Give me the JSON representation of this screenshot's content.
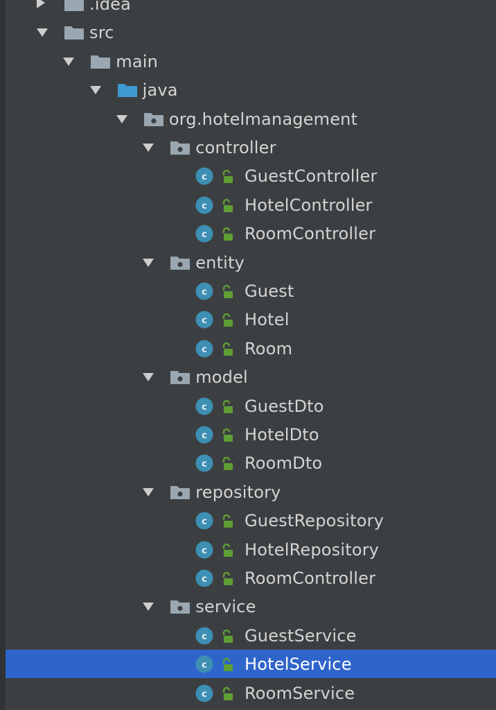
{
  "colors": {
    "background": "#3c3f41",
    "gutter": "#313335",
    "selection": "#2f65ca",
    "text": "#d4d4d4",
    "folder": "#9aa7b0",
    "source_folder": "#3d9ad1",
    "class_icon": "#3d8fb4",
    "lock": "#5f9e35"
  },
  "rows": [
    {
      "label": ".idea",
      "depth": 0,
      "icon": "folder-icon",
      "arrow": "collapsed",
      "selected": false
    },
    {
      "label": "src",
      "depth": 0,
      "icon": "folder-icon",
      "arrow": "expanded",
      "selected": false
    },
    {
      "label": "main",
      "depth": 1,
      "icon": "folder-icon",
      "arrow": "expanded",
      "selected": false
    },
    {
      "label": "java",
      "depth": 2,
      "icon": "source-folder-icon",
      "arrow": "expanded",
      "selected": false
    },
    {
      "label": "org.hotelmanagement",
      "depth": 3,
      "icon": "package-icon",
      "arrow": "expanded",
      "selected": false
    },
    {
      "label": "controller",
      "depth": 4,
      "icon": "package-icon",
      "arrow": "expanded",
      "selected": false
    },
    {
      "label": "GuestController",
      "depth": 5,
      "icon": "class-icon",
      "lock": true,
      "selected": false
    },
    {
      "label": "HotelController",
      "depth": 5,
      "icon": "class-icon",
      "lock": true,
      "selected": false
    },
    {
      "label": "RoomController",
      "depth": 5,
      "icon": "class-icon",
      "lock": true,
      "selected": false
    },
    {
      "label": "entity",
      "depth": 4,
      "icon": "package-icon",
      "arrow": "expanded",
      "selected": false
    },
    {
      "label": "Guest",
      "depth": 5,
      "icon": "class-icon",
      "lock": true,
      "selected": false
    },
    {
      "label": "Hotel",
      "depth": 5,
      "icon": "class-icon",
      "lock": true,
      "selected": false
    },
    {
      "label": "Room",
      "depth": 5,
      "icon": "class-icon",
      "lock": true,
      "selected": false
    },
    {
      "label": "model",
      "depth": 4,
      "icon": "package-icon",
      "arrow": "expanded",
      "selected": false
    },
    {
      "label": "GuestDto",
      "depth": 5,
      "icon": "class-icon",
      "lock": true,
      "selected": false
    },
    {
      "label": "HotelDto",
      "depth": 5,
      "icon": "class-icon",
      "lock": true,
      "selected": false
    },
    {
      "label": "RoomDto",
      "depth": 5,
      "icon": "class-icon",
      "lock": true,
      "selected": false
    },
    {
      "label": "repository",
      "depth": 4,
      "icon": "package-icon",
      "arrow": "expanded",
      "selected": false
    },
    {
      "label": "GuestRepository",
      "depth": 5,
      "icon": "class-icon",
      "lock": true,
      "selected": false
    },
    {
      "label": "HotelRepository",
      "depth": 5,
      "icon": "class-icon",
      "lock": true,
      "selected": false
    },
    {
      "label": "RoomController",
      "depth": 5,
      "icon": "class-icon",
      "lock": true,
      "selected": false
    },
    {
      "label": "service",
      "depth": 4,
      "icon": "package-icon",
      "arrow": "expanded",
      "selected": false
    },
    {
      "label": "GuestService",
      "depth": 5,
      "icon": "class-icon",
      "lock": true,
      "selected": false
    },
    {
      "label": "HotelService",
      "depth": 5,
      "icon": "class-icon",
      "lock": true,
      "selected": true
    },
    {
      "label": "RoomService",
      "depth": 5,
      "icon": "class-icon",
      "lock": true,
      "selected": false
    }
  ]
}
